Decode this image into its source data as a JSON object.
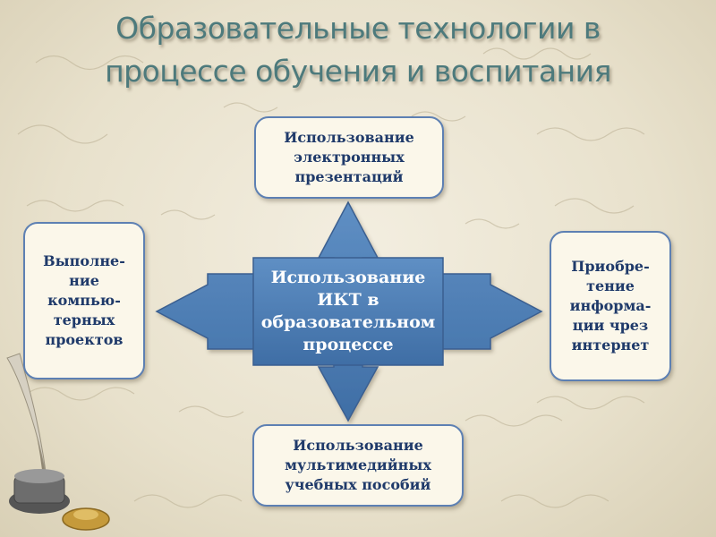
{
  "title": {
    "line1": "Образовательные технологии в",
    "line2": "процессе обучения и воспитания"
  },
  "center": {
    "lines": [
      "Использование",
      "ИКТ в",
      "образовательном",
      "процессе"
    ]
  },
  "nodes": {
    "top": {
      "lines": [
        "Использование",
        "электронных",
        "презентаций"
      ]
    },
    "left": {
      "lines": [
        "Выполне-",
        "ние",
        "компью-",
        "терных",
        "проектов"
      ]
    },
    "right": {
      "lines": [
        "Приобре-",
        "тение",
        "информа-",
        "ции чрез",
        "интернет"
      ]
    },
    "bottom": {
      "lines": [
        "Использование",
        "мультимедийных",
        "учебных пособий"
      ]
    }
  },
  "colors": {
    "title": "#4d7a7c",
    "arrow_fill": "#4f7fb5",
    "box_border": "#5d80b3",
    "box_text": "#1f3a6a"
  },
  "decor": {
    "icon": "quill-and-inkwell-icon"
  }
}
